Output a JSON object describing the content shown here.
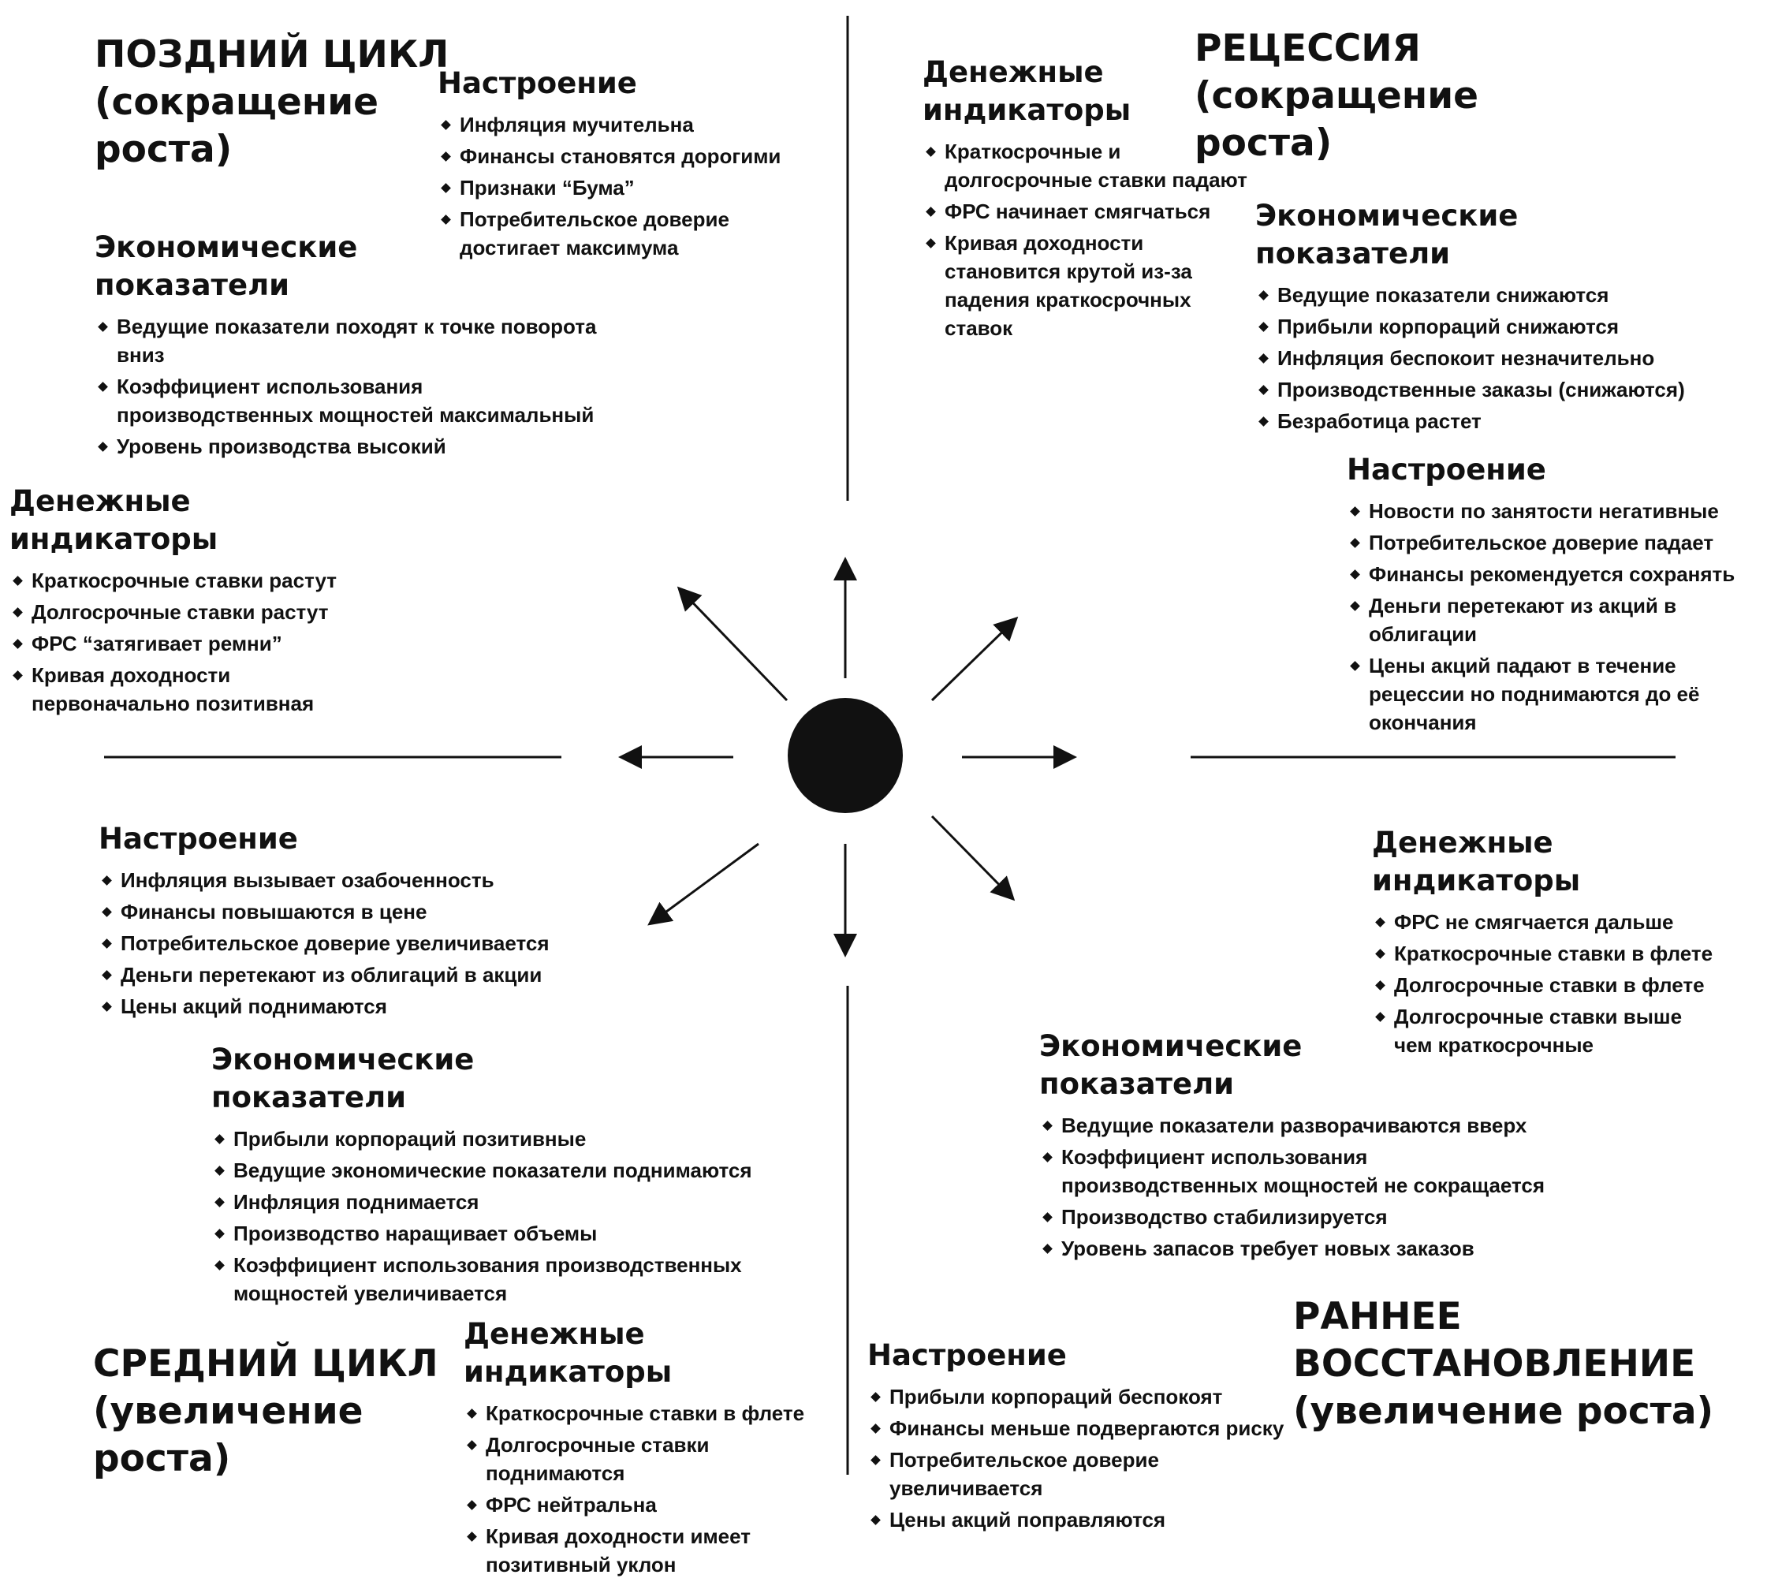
{
  "phases": {
    "late": "ПОЗДНИЙ ЦИКЛ\n(сокращение\nроста)",
    "recession": "РЕЦЕССИЯ\n(сокращение\nроста)",
    "mid": "СРЕДНИЙ ЦИКЛ\n(увеличение\nроста)",
    "early": "РАННЕЕ\nВОССТАНОВЛЕНИЕ\n(увеличение роста)"
  },
  "blocks": {
    "late_mood": {
      "heading": "Настроение",
      "items": [
        "Инфляция мучительна",
        "Финансы  становятся дорогими",
        "Признаки “Бума”",
        "Потребительское доверие достигает максимума"
      ]
    },
    "late_econ": {
      "heading": "Экономические\nпоказатели",
      "items": [
        "Ведущие показатели походят к точке поворота вниз",
        "Коэффициент использования производственных мощностей максимальный",
        "Уровень производства высокий"
      ]
    },
    "late_money": {
      "heading": "Денежные\nиндикаторы",
      "items": [
        "Краткосрочные ставки растут",
        "Долгосрочные ставки растут",
        "ФРС “затягивает ремни”",
        "Кривая доходности первоначально позитивная"
      ]
    },
    "rec_money": {
      "heading": "Денежные\nиндикаторы",
      "items": [
        "Краткосрочные и долгосрочные ставки падают",
        "ФРС начинает смягчаться",
        "Кривая доходности становится крутой из-за падения краткосрочных ставок"
      ]
    },
    "rec_econ": {
      "heading": "Экономические\nпоказатели",
      "items": [
        "Ведущие показатели снижаются",
        "Прибыли корпораций снижаются",
        "Инфляция беспокоит незначительно",
        "Производственные заказы (снижаются)",
        "Безработица растет"
      ]
    },
    "rec_mood": {
      "heading": "Настроение",
      "items": [
        "Новости по занятости негативные",
        "Потребительское доверие падает",
        "Финансы рекомендуется сохранять",
        "Деньги перетекают из акций в облигации",
        "Цены акций падают в течение рецессии но поднимаются до её окончания"
      ]
    },
    "mid_mood": {
      "heading": "Настроение",
      "items": [
        "Инфляция вызывает озабоченность",
        "Финансы повышаются в цене",
        "Потребительское доверие увеличивается",
        "Деньги перетекают из облигаций в акции",
        "Цены акций поднимаются"
      ]
    },
    "mid_econ": {
      "heading": "Экономические\nпоказатели",
      "items": [
        "Прибыли корпораций позитивные",
        "Ведущие экономические показатели поднимаются",
        "Инфляция поднимается",
        "Производство наращивает объемы",
        "Коэффициент использования производственных мощностей увеличивается"
      ]
    },
    "mid_money": {
      "heading": "Денежные\nиндикаторы",
      "items": [
        "Краткосрочные ставки в флете",
        "Долгосрочные ставки поднимаются",
        "ФРС нейтральна",
        "Кривая доходности имеет позитивный уклон"
      ]
    },
    "early_money": {
      "heading": "Денежные\nиндикаторы",
      "items": [
        "ФРС не смягчается дальше",
        "Краткосрочные ставки в флете",
        "Долгосрочные ставки в флете",
        "Долгосрочные ставки выше чем краткосрочные"
      ]
    },
    "early_econ": {
      "heading": "Экономические\nпоказатели",
      "items": [
        "Ведущие показатели разворачиваются вверх",
        "Коэффициент использования производственных мощностей не сокращается",
        "Производство стабилизируется",
        "Уровень запасов требует новых заказов"
      ]
    },
    "early_mood": {
      "heading": "Настроение",
      "items": [
        "Прибыли корпораций беспокоят",
        "Финансы меньше подвергаются риску",
        "Потребительское доверие увеличивается",
        "Цены акций поправляются"
      ]
    }
  }
}
